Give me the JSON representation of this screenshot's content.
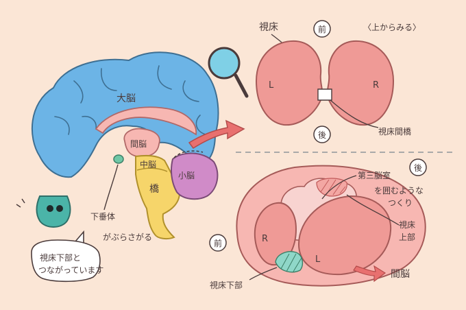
{
  "labels": {
    "cerebrum": "大脳",
    "diencephalon": "間脳",
    "midbrain": "中脳",
    "pons": "橋",
    "cerebellum": "小脳",
    "hypothalamus": "下垂体",
    "hypothalamus_note": "がぶらさがる",
    "speech_line1": "視床下部と",
    "speech_line2": "つながっています",
    "thalamus": "視床",
    "front_badge_top": "前",
    "view_note": "〈上からみる〉",
    "left_mark": "L",
    "right_mark": "R",
    "interthalamic": "視床間橋",
    "rear_badge_top": "後",
    "rear_badge_bottom": "後",
    "third_ventricle": "第三脳室",
    "third_note_line1": "を囲むような",
    "third_note_line2": "つくり",
    "epithalamus_line1": "視床",
    "epithalamus_line2": "上部",
    "front_badge_bottom": "前",
    "r_mark_bottom": "R",
    "l_mark_bottom": "L",
    "hypothalamus_bottom": "視床下部",
    "interbrain_arrow": "間脳"
  },
  "colors": {
    "background": "#fbe6d6",
    "cerebrum": "#6cb4e6",
    "diencephalon": "#f7b7b2",
    "brainstem": "#f6d56a",
    "cerebellum": "#d08bc8",
    "thalamus": "#ef9a96",
    "arrow": "#e8706f",
    "mascot": "#4bb4a8",
    "outline": "#4a3b3b"
  }
}
